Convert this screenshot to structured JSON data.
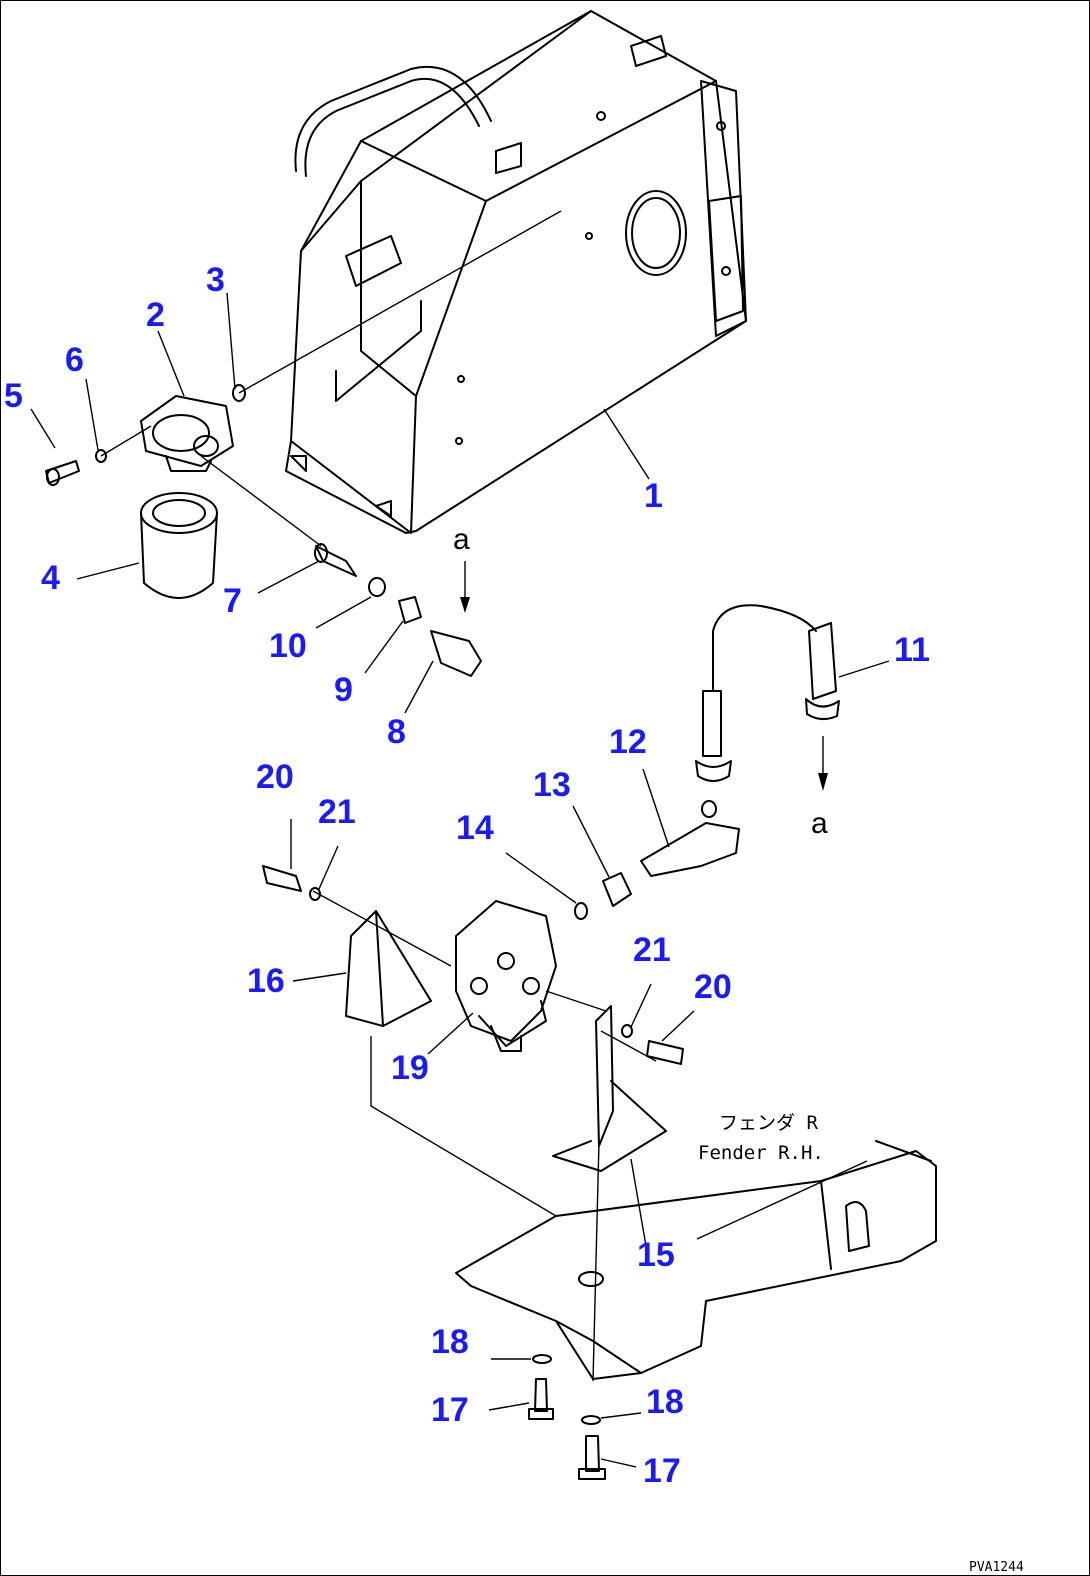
{
  "callout_color": "#1a1aff",
  "callouts": [
    {
      "id": "c1",
      "text": "1"
    },
    {
      "id": "c2",
      "text": "2"
    },
    {
      "id": "c3",
      "text": "3"
    },
    {
      "id": "c4",
      "text": "4"
    },
    {
      "id": "c5",
      "text": "5"
    },
    {
      "id": "c6",
      "text": "6"
    },
    {
      "id": "c7",
      "text": "7"
    },
    {
      "id": "c8",
      "text": "8"
    },
    {
      "id": "c9",
      "text": "9"
    },
    {
      "id": "c10",
      "text": "10"
    },
    {
      "id": "c11",
      "text": "11"
    },
    {
      "id": "c12",
      "text": "12"
    },
    {
      "id": "c13",
      "text": "13"
    },
    {
      "id": "c14",
      "text": "14"
    },
    {
      "id": "c15",
      "text": "15"
    },
    {
      "id": "c16",
      "text": "16"
    },
    {
      "id": "c17a",
      "text": "17"
    },
    {
      "id": "c17b",
      "text": "17"
    },
    {
      "id": "c18a",
      "text": "18"
    },
    {
      "id": "c18b",
      "text": "18"
    },
    {
      "id": "c19",
      "text": "19"
    },
    {
      "id": "c20a",
      "text": "20"
    },
    {
      "id": "c20b",
      "text": "20"
    },
    {
      "id": "c21a",
      "text": "21"
    },
    {
      "id": "c21b",
      "text": "21"
    }
  ],
  "connection_marks": [
    "a",
    "a"
  ],
  "fender_note": {
    "line1": "フェンダ R",
    "line2": "Fender R.H."
  },
  "drawing_code": "PVA1244"
}
